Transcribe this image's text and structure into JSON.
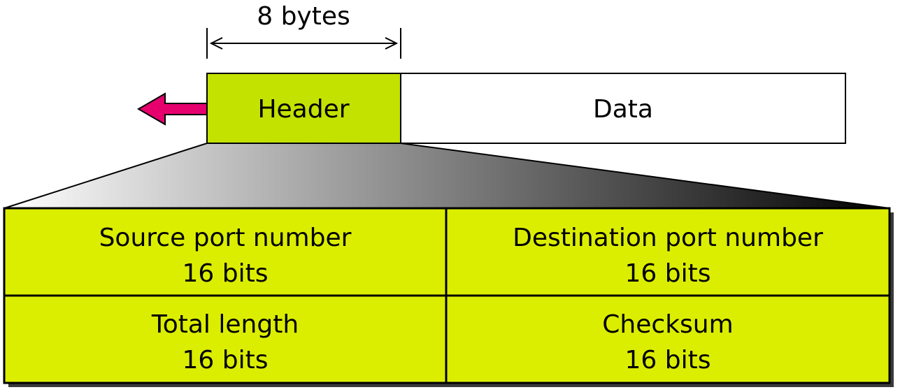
{
  "diagram": {
    "size_label": "8 bytes",
    "packet": {
      "header_label": "Header",
      "data_label": "Data"
    },
    "fields": [
      {
        "name": "Source port number",
        "size": "16 bits"
      },
      {
        "name": "Destination port number",
        "size": "16 bits"
      },
      {
        "name": "Total length",
        "size": "16 bits"
      },
      {
        "name": "Checksum",
        "size": "16 bits"
      }
    ]
  },
  "colors": {
    "field_fill": "#dcee00",
    "header_fill": "#c3e200",
    "arrow": "#e6006e",
    "gradient_start": "#ffffff",
    "gradient_end": "#000000",
    "shadow": "#3a3a3a"
  }
}
